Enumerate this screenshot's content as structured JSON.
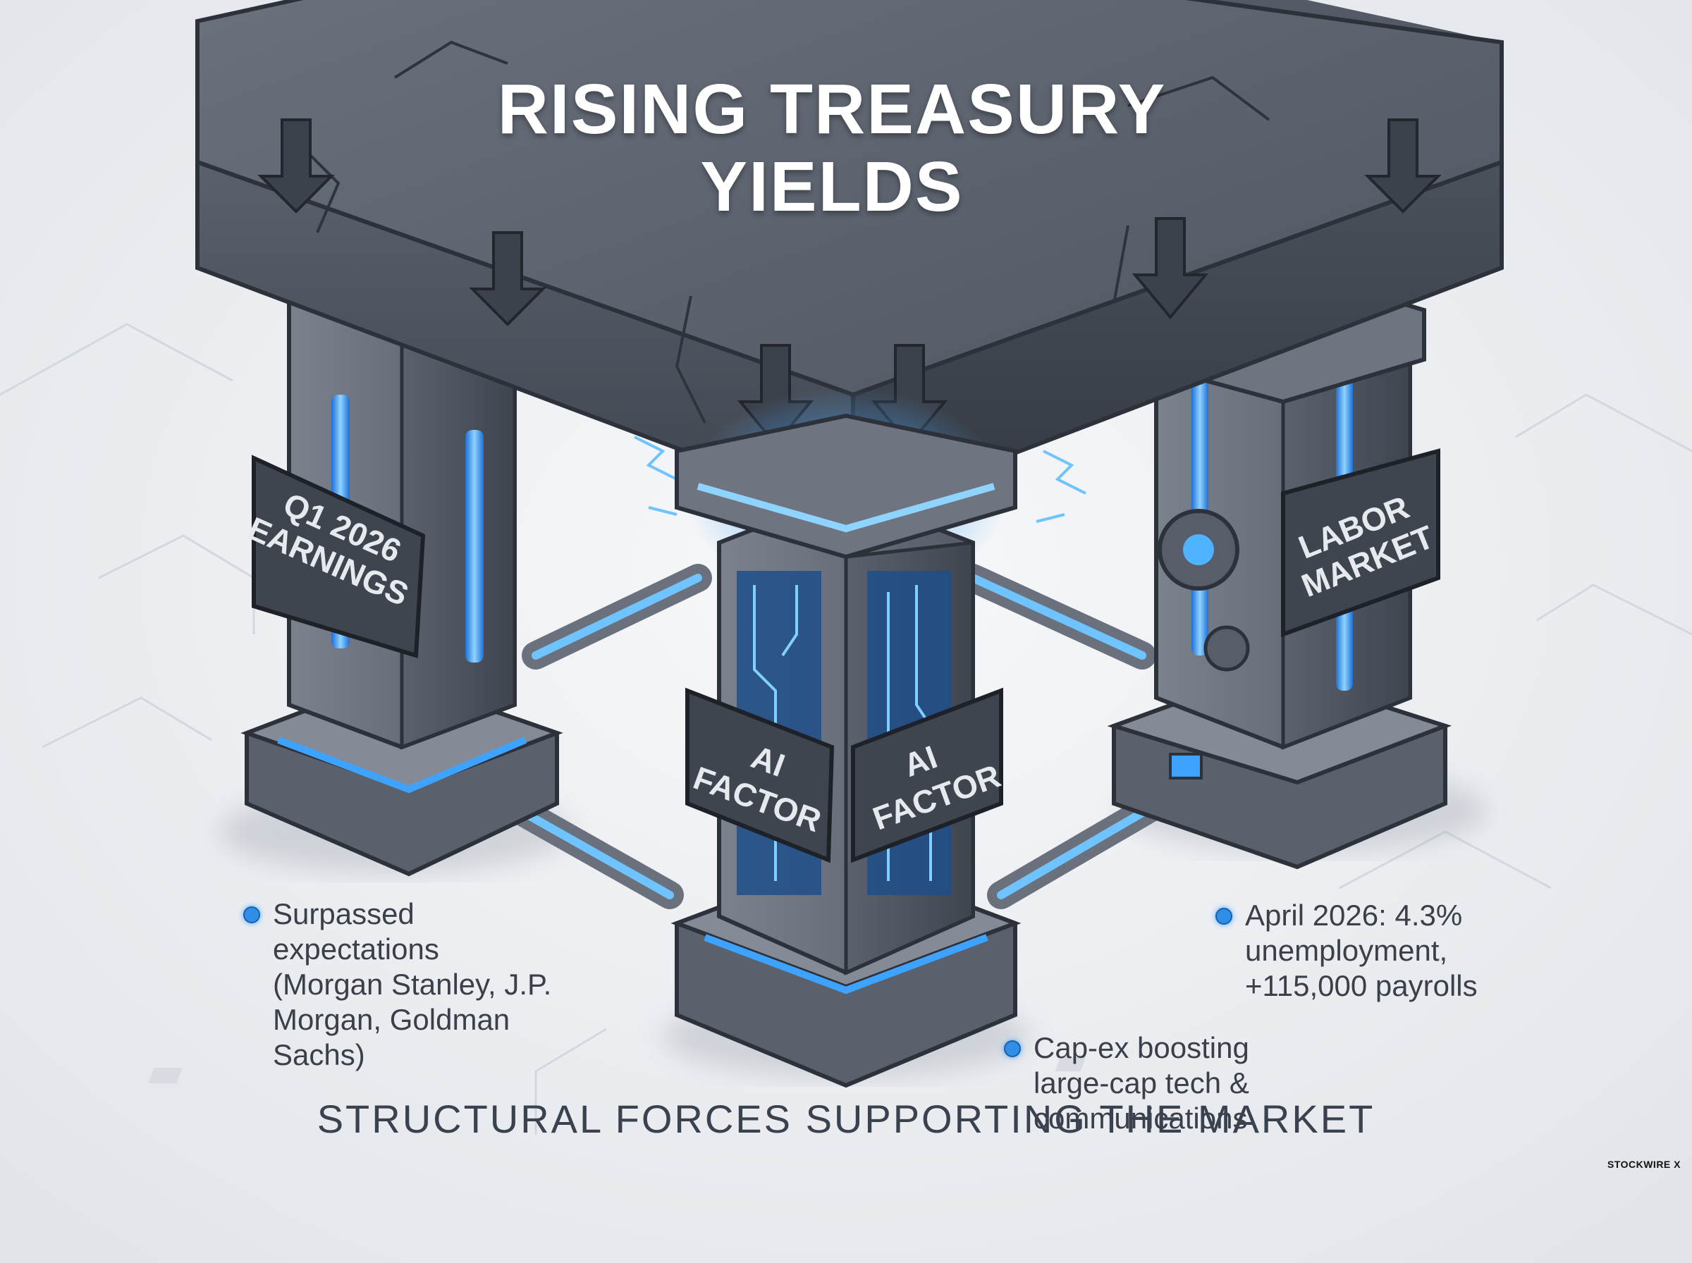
{
  "title": "RISING TREASURY YIELDS",
  "pillars": [
    {
      "id": "earnings",
      "label": "Q1 2026 EARNINGS",
      "description": "Surpassed expectations (Morgan Stanley, J.P. Morgan, Goldman Sachs)"
    },
    {
      "id": "ai",
      "label": "AI FACTOR",
      "description": "Cap-ex boosting large-cap tech & communications"
    },
    {
      "id": "labor",
      "label": "LABOR MARKET",
      "description": "April 2026: 4.3% unemployment, +115,000 payrolls"
    }
  ],
  "footer": "STRUCTURAL FORCES SUPPORTING THE MARKET",
  "brand": "STOCKWIRE X",
  "colors": {
    "accent": "#2f8fe6",
    "glow": "#5ab8ff",
    "slab": "#5e6672",
    "pillar": "#6a717d",
    "background": "#eef0f4"
  }
}
